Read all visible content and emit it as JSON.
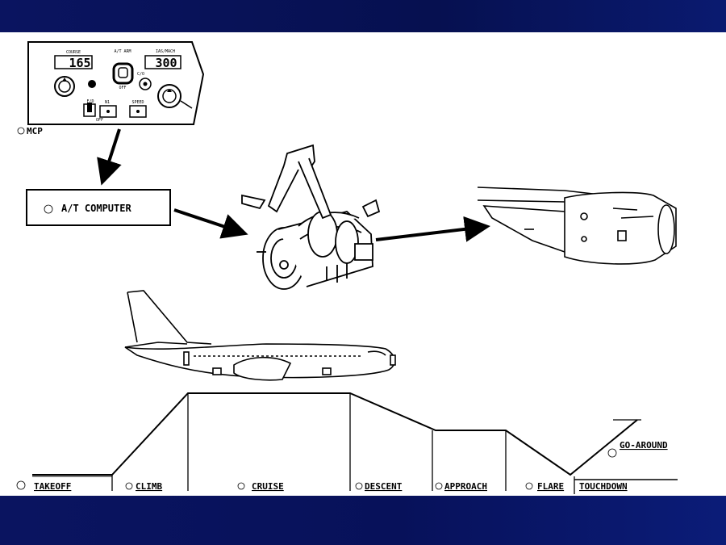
{
  "mcp": {
    "label": "MCP",
    "course_label": "COURSE",
    "course_value": "165",
    "at_arm_label": "A/T ARM",
    "off_label": "OFF",
    "iasmach_label": "IAS/MACH",
    "iasmach_value": "300",
    "co_label": "C/O",
    "fd_label": "F/D",
    "fd_off_label": "OFF",
    "n1_label": "N1",
    "speed_label": "SPEED"
  },
  "computer": {
    "label": "A/T COMPUTER"
  },
  "phases": [
    {
      "label": "TAKEOFF"
    },
    {
      "label": "CLIMB"
    },
    {
      "label": "CRUISE"
    },
    {
      "label": "DESCENT"
    },
    {
      "label": "APPROACH"
    },
    {
      "label": "FLARE"
    },
    {
      "label": "TOUCHDOWN"
    },
    {
      "label": "GO-AROUND"
    }
  ]
}
